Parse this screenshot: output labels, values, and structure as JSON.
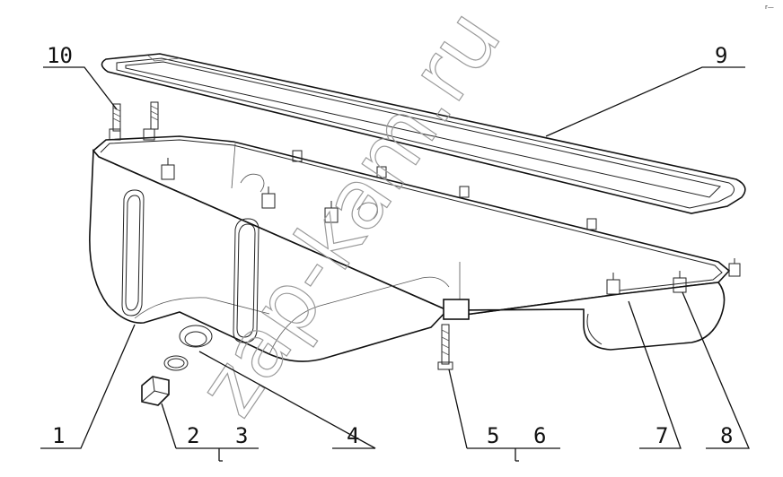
{
  "watermark": "zap-kam.ru",
  "callouts": [
    "1",
    "2",
    "3",
    "4",
    "5",
    "6",
    "7",
    "8",
    "9",
    "10"
  ],
  "corner_mark": "r—"
}
